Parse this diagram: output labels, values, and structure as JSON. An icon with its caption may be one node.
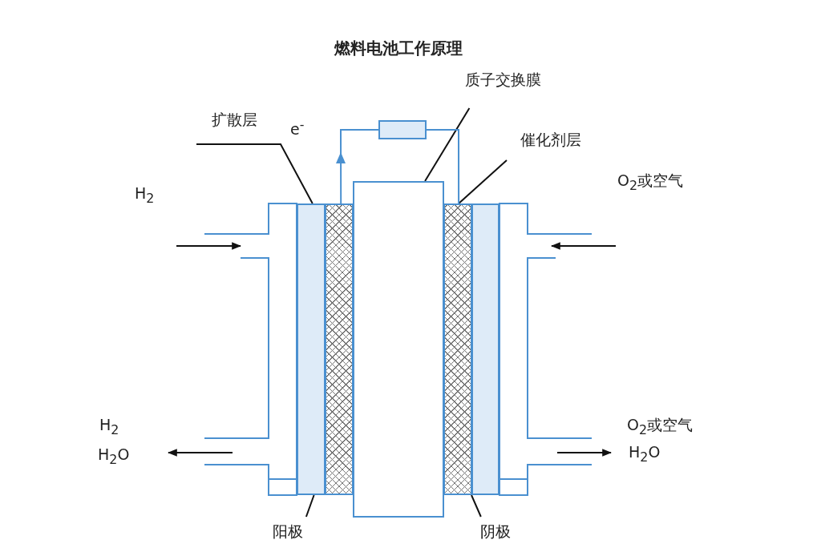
{
  "diagram": {
    "title": "燃料电池工作原理",
    "nodes": [
      {
        "text": [
          "扩散层"
        ]
      },
      {
        "text": [
          "质子交换膜"
        ]
      },
      {
        "text": [
          "催化剂层"
        ]
      },
      {
        "text": [
          "阳极"
        ]
      },
      {
        "text": [
          "阴极"
        ]
      },
      {
        "text": [],
        "shape": "box"
      },
      {
        "text": [],
        "shape": "box"
      },
      {
        "text": [],
        "shape": "box"
      },
      {
        "text": [],
        "shape": "box"
      },
      {
        "text": [],
        "shape": "box"
      },
      {
        "text": [],
        "shape": "box"
      },
      {
        "text": [],
        "shape": "box"
      },
      {
        "text": [],
        "shape": "box"
      }
    ],
    "edges": [
      {
        "from": 0,
        "to": 6,
        "arrow": "none"
      },
      {
        "from": 1,
        "to": 8,
        "arrow": "none"
      },
      {
        "from": 2,
        "to": 9,
        "arrow": "none"
      },
      {
        "from": 3,
        "to": 6,
        "arrow": "none"
      },
      {
        "from": 4,
        "to": 10,
        "arrow": "none"
      },
      {
        "from": 7,
        "to": 12,
        "arrow": "to",
        "label": "e$^{-}$",
        "color": "#4a90d0"
      },
      {
        "from": 12,
        "to": 9,
        "arrow": "none",
        "color": "#4a90d0"
      },
      {
        "from": null,
        "to": 5,
        "arrow": "to"
      },
      {
        "from": 5,
        "to": null,
        "arrow": "to"
      },
      {
        "from": null,
        "to": 11,
        "arrow": "to"
      },
      {
        "from": 11,
        "to": null,
        "arrow": "to"
      }
    ],
    "labels": [
      "H$_{2}$",
      "O$_{2}$或空气",
      "H$_{2}$",
      "H$_{2}$O",
      "O$_{2}$或空气",
      "H$_{2}$O"
    ]
  }
}
